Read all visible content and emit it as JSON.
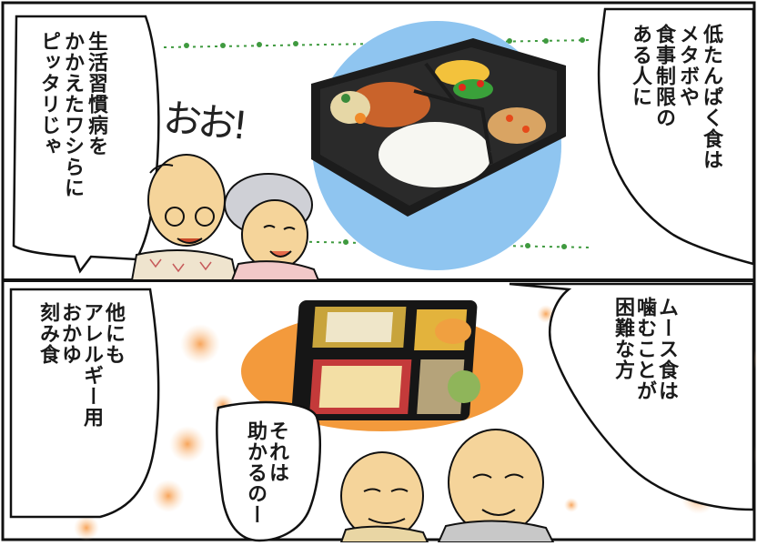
{
  "panel1": {
    "speech_left": "生活習慣病を\nかかえたワシらに\nピッタリじゃ",
    "exclaim": "おお!",
    "speech_right": "低たんぱく食は\nメタボや\n食事制限の\nある人に"
  },
  "panel2": {
    "speech_left": "他にも\nアレルギー用\nおかゆ\n刻み食",
    "speech_mid": "それは\n助かるのー",
    "speech_right": "ムース食は\n噛むことが\n困難な方"
  },
  "colors": {
    "border": "#111111",
    "blue_circle": "#8fc5f0",
    "orange_ellipse": "#f39a3c",
    "orange_dots": "#f6a45c",
    "vine_green": "#3f9a3f"
  }
}
